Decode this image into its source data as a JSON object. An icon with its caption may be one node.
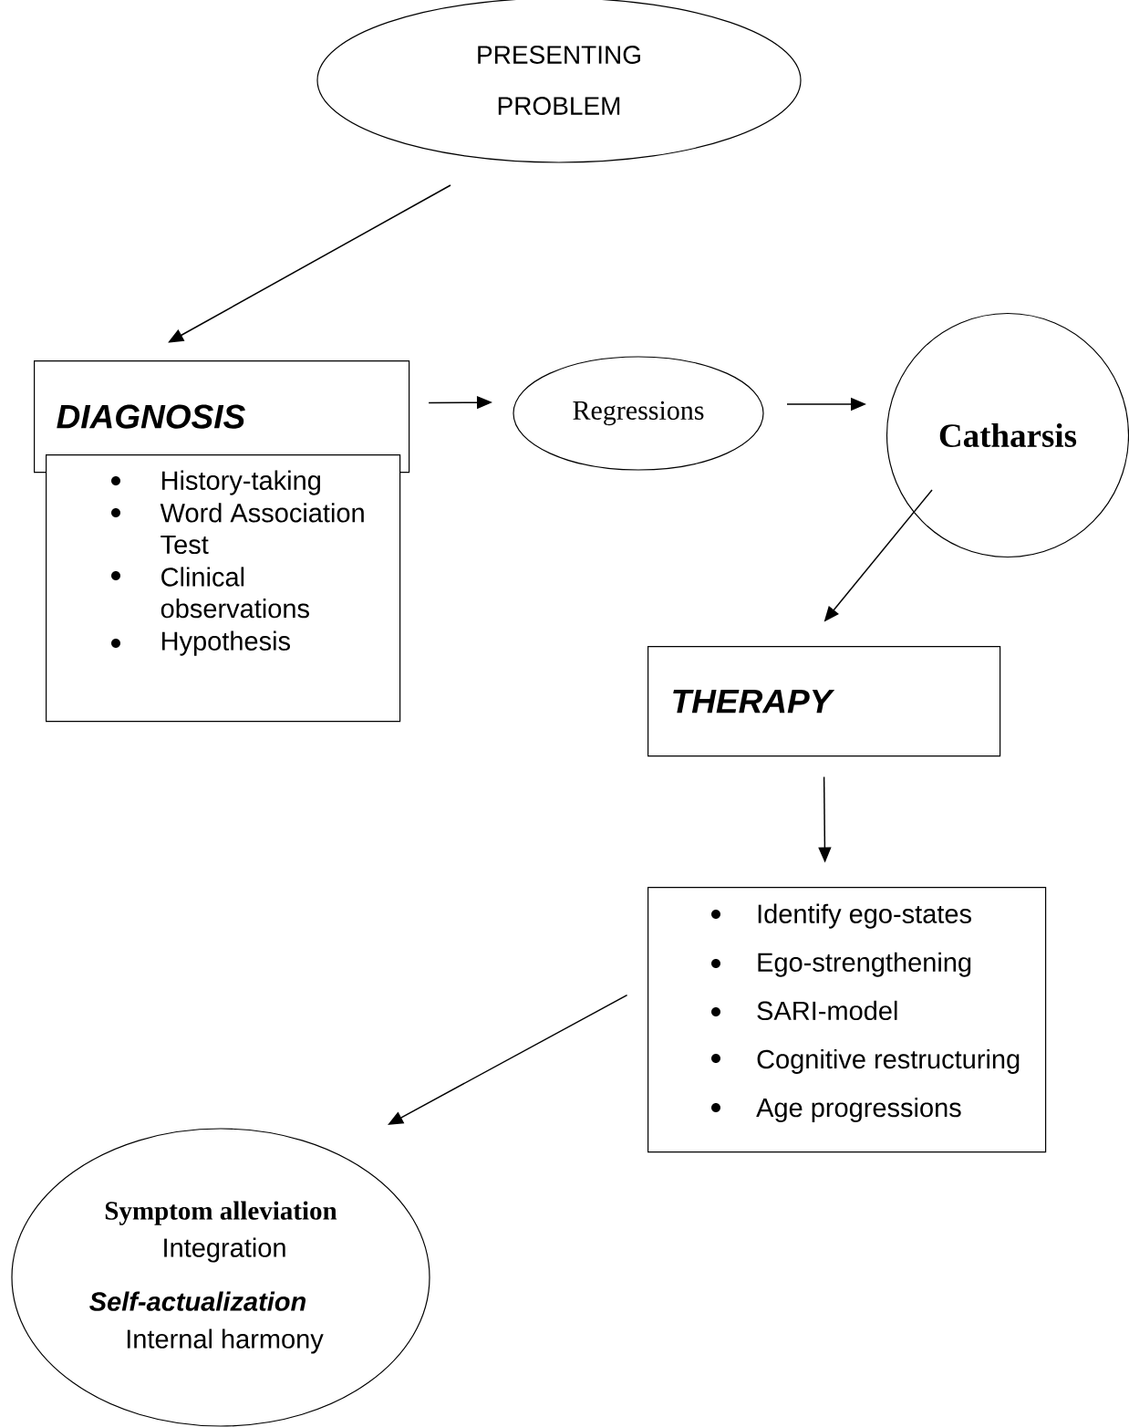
{
  "diagram": {
    "nodes": [
      {
        "text": [
          "PRESENTING PROBLEM"
        ]
      },
      {
        "text": [
          "DIAGNOSIS"
        ]
      },
      {
        "text": [
          "History-taking",
          "Word Association Test",
          "Clinical observations",
          "Hypothesis"
        ]
      },
      {
        "text": [
          "Regressions"
        ]
      },
      {
        "text": [
          "Catharsis"
        ]
      },
      {
        "text": [
          "THERAPY"
        ]
      },
      {
        "text": [
          "Identify ego-states",
          "Ego-strengthening",
          "SARI-model",
          "Cognitive restructuring",
          "Age progressions"
        ]
      },
      {
        "text": [
          "Symptom alleviation",
          "Integration",
          "Self-actualization",
          "Internal harmony"
        ]
      }
    ],
    "edges": [
      {
        "from": 0,
        "to": 1,
        "arrow": "to"
      },
      {
        "from": 1,
        "to": 3,
        "arrow": "to"
      },
      {
        "from": 3,
        "to": 4,
        "arrow": "to"
      },
      {
        "from": 4,
        "to": 5,
        "arrow": "to"
      },
      {
        "from": 5,
        "to": 6,
        "arrow": "to"
      },
      {
        "from": 6,
        "to": 7,
        "arrow": "to"
      }
    ]
  }
}
